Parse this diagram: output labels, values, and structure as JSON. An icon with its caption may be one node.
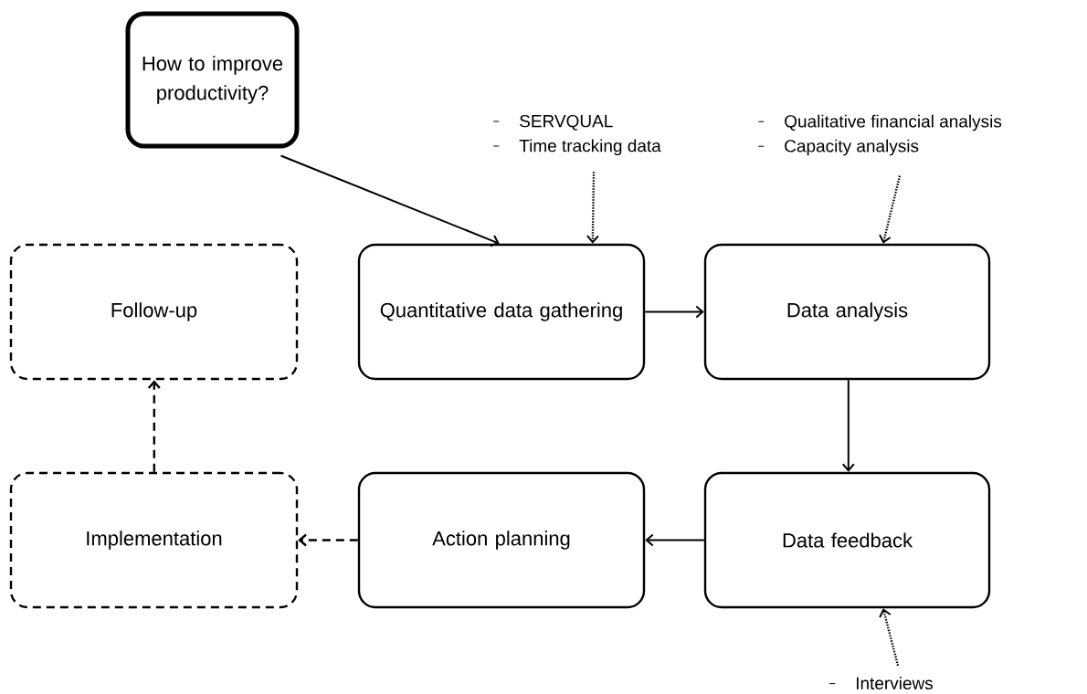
{
  "diagram": {
    "nodes": [
      {
        "text": [
          "How to improve productivity?"
        ]
      },
      {
        "text": [
          "SERVQUAL",
          "Time tracking data"
        ]
      },
      {
        "text": [
          "Qualitative financial analysis",
          "Capacity analysis"
        ]
      },
      {
        "text": [
          "Follow-up"
        ]
      },
      {
        "text": [
          "Quantitative data gathering"
        ]
      },
      {
        "text": [
          "Data analysis"
        ]
      },
      {
        "text": [
          "Implementation"
        ]
      },
      {
        "text": [
          "Action planning"
        ]
      },
      {
        "text": [
          "Data feedback"
        ]
      },
      {
        "text": [
          "Interviews"
        ]
      }
    ],
    "edges": [
      {
        "from": 0,
        "to": 4,
        "arrow": "to"
      },
      {
        "from": 1,
        "to": 4,
        "arrow": "to",
        "style": "dashed"
      },
      {
        "from": 2,
        "to": 5,
        "arrow": "to",
        "style": "dashed"
      },
      {
        "from": 4,
        "to": 5,
        "arrow": "to"
      },
      {
        "from": 5,
        "to": 8,
        "arrow": "to"
      },
      {
        "from": 8,
        "to": 7,
        "arrow": "to"
      },
      {
        "from": 7,
        "to": 6,
        "arrow": "to",
        "style": "dashed"
      },
      {
        "from": 6,
        "to": 3,
        "arrow": "to",
        "style": "dashed"
      },
      {
        "from": 9,
        "to": 8,
        "arrow": "to",
        "style": "dashed"
      }
    ]
  }
}
